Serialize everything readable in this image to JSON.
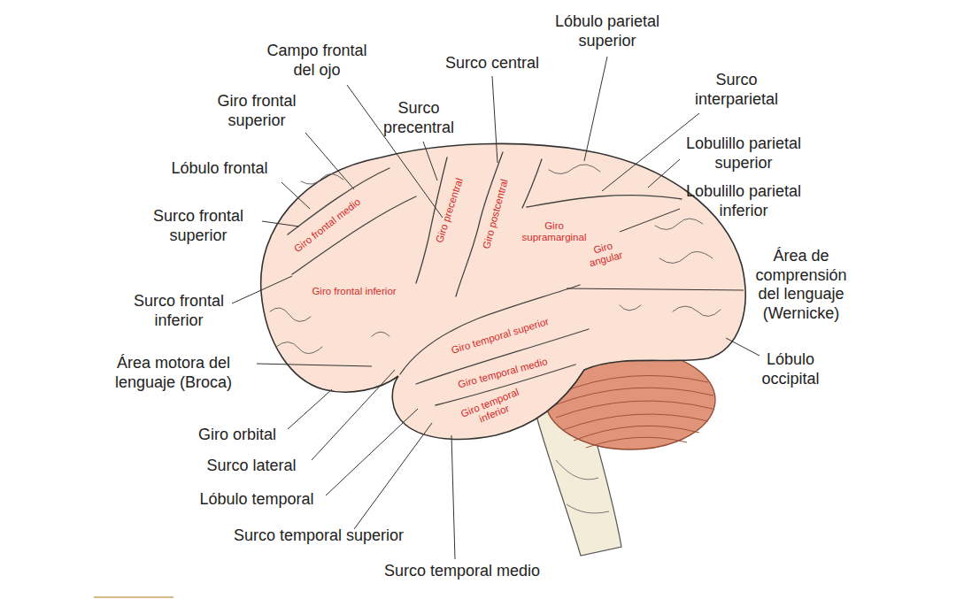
{
  "diagram": {
    "labels": [
      "Lóbulo parietal superior",
      "Campo frontal del ojo",
      "Surco central",
      "Surco interparietal",
      "Giro frontal superior",
      "Surco precentral",
      "Lobulillo parietal superior",
      "Lóbulo frontal",
      "Lobulillo parietal inferior",
      "Surco frontal superior",
      "Área de comprensión del lenguaje (Wernicke)",
      "Surco frontal inferior",
      "Lóbulo occipital",
      "Área motora del lenguaje (Broca)",
      "Giro orbital",
      "Surco lateral",
      "Lóbulo temporal",
      "Surco temporal superior",
      "Surco temporal medio",
      "Giro frontal medio",
      "Giro precentral",
      "Giro postcentral",
      "Giro supramarginal",
      "Giro angular",
      "Giro frontal inferior",
      "Giro temporal superior",
      "Giro temporal medio",
      "Giro temporal inferior"
    ]
  }
}
